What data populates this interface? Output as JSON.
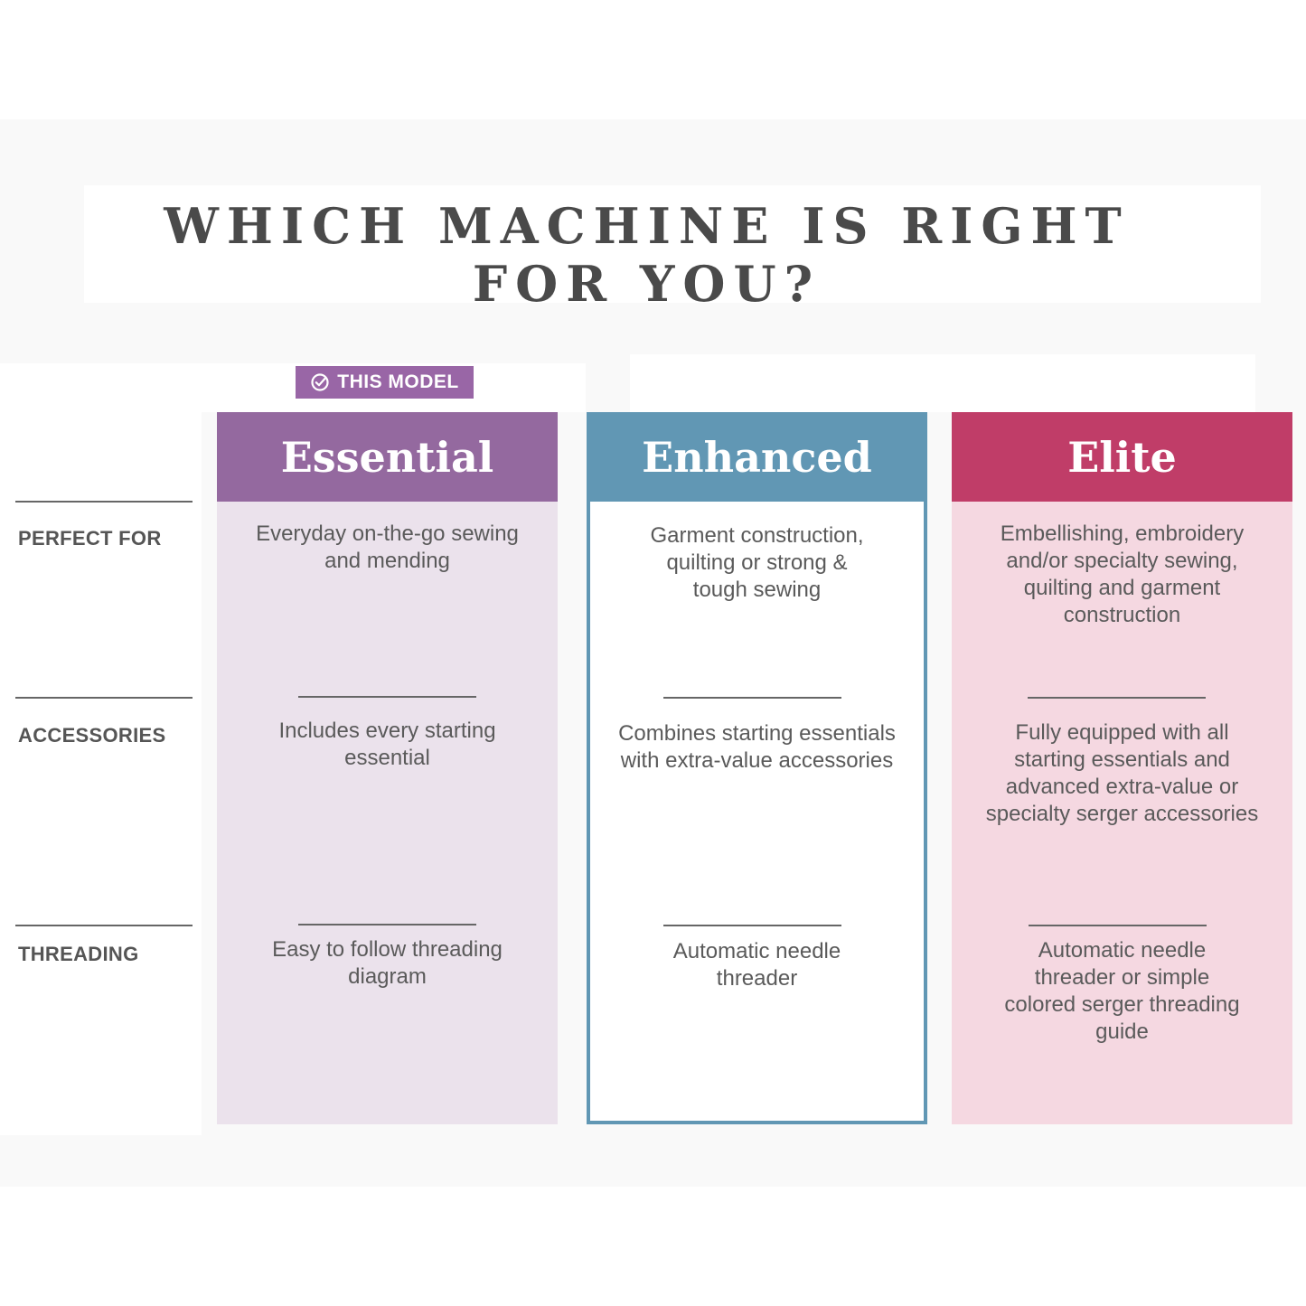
{
  "title": "WHICH MACHINE IS RIGHT FOR YOU?",
  "badge": {
    "label": "THIS MODEL",
    "icon": "check-circle-icon"
  },
  "row_labels": [
    "PERFECT FOR",
    "ACCESSORIES",
    "THREADING"
  ],
  "colors": {
    "essential": "#94699f",
    "enhanced": "#6197b4",
    "elite": "#c03d68",
    "badge": "#9966a6"
  },
  "columns": [
    {
      "name": "Essential",
      "perfect_for": "Everyday on-the-go sewing and mending",
      "accessories": "Includes every starting essential",
      "threading": "Easy to follow threading diagram"
    },
    {
      "name": "Enhanced",
      "perfect_for": "Garment construction, quilting or strong & tough sewing",
      "accessories": "Combines starting essentials with extra-value accessories",
      "threading": "Automatic needle threader"
    },
    {
      "name": "Elite",
      "perfect_for": "Embellishing, embroidery and/or specialty sewing, quilting and garment construction",
      "accessories": "Fully equipped with all starting essentials and advanced extra-value or specialty serger accessories",
      "threading": "Automatic needle threader or simple colored serger threading guide"
    }
  ]
}
